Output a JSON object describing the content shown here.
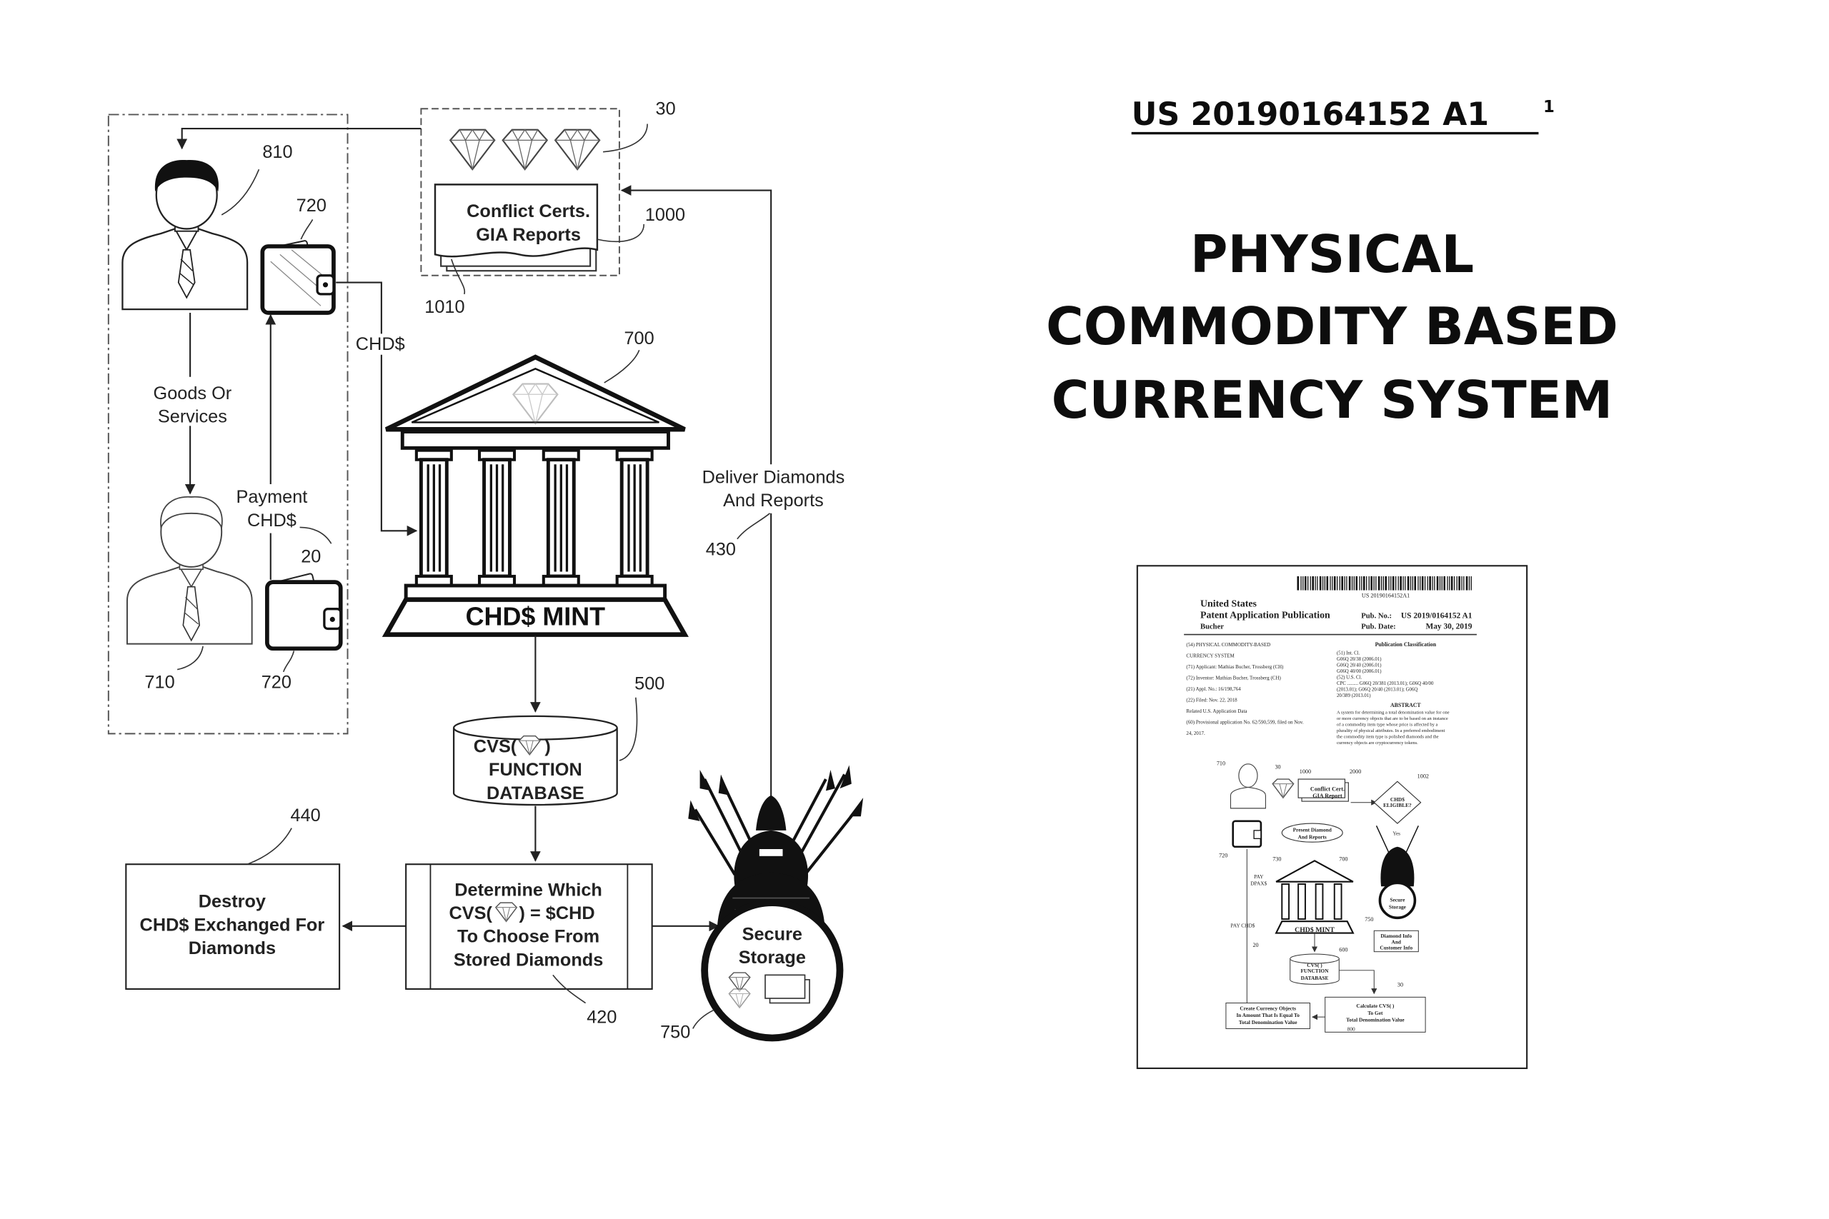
{
  "patent": {
    "number": "US 20190164152 A1",
    "footnote": "1"
  },
  "title": {
    "line1": "PHYSICAL",
    "line2": "COMMODITY BASED",
    "line3": "CURRENCY SYSTEM"
  },
  "diagram": {
    "ref_30": "30",
    "ref_810": "810",
    "ref_720_top": "720",
    "ref_1000": "1000",
    "ref_1010": "1010",
    "certs_line1": "Conflict Certs.",
    "certs_line2": "GIA Reports",
    "chd_label": "CHD$",
    "ref_700": "700",
    "goods_line1": "Goods Or",
    "goods_line2": "Services",
    "payment_line1": "Payment",
    "payment_line2": "CHD$",
    "ref_20": "20",
    "ref_710": "710",
    "ref_720_bottom": "720",
    "mint_label": "CHD$ MINT",
    "deliver_line1": "Deliver Diamonds",
    "deliver_line2": "And Reports",
    "ref_430": "430",
    "ref_500": "500",
    "db_line1_prefix": "CVS(",
    "db_line1_suffix": ")",
    "db_line2": "FUNCTION",
    "db_line3": "DATABASE",
    "ref_440": "440",
    "destroy_line1": "Destroy",
    "destroy_line2": "CHD$ Exchanged For",
    "destroy_line3": "Diamonds",
    "determine_line1": "Determine Which",
    "determine_line2_prefix": "CVS(",
    "determine_line2_suffix": ") = $CHD",
    "determine_line3": "To Choose From",
    "determine_line4": "Stored Diamonds",
    "ref_420": "420",
    "secure_line1": "Secure",
    "secure_line2": "Storage",
    "ref_750": "750"
  },
  "patent_page": {
    "barcode_number": "US 20190164152A1",
    "country": "United States",
    "pub_type": "Patent Application Publication",
    "inventor_short": "Bucher",
    "pub_no_label": "Pub. No.:",
    "pub_no": "US 2019/0164152 A1",
    "pub_date_label": "Pub. Date:",
    "pub_date": "May 30, 2019",
    "left_fields": [
      "(54)  PHYSICAL COMMODITY-BASED",
      "CURRENCY SYSTEM",
      "(71)  Applicant: Mathias Bucher, Trossberg (CH)",
      "(72)  Inventor:  Mathias Bucher, Trossberg (CH)",
      "(21)  Appl. No.: 16/198,764",
      "(22)  Filed:      Nov. 22, 2018",
      "Related U.S. Application Data",
      "(60)  Provisional application No. 62/590,599, filed on Nov.",
      "24, 2017."
    ],
    "classification_heading": "Publication Classification",
    "right_fields": [
      "(51)  Int. Cl.",
      "G06Q 20/38        (2006.01)",
      "G06Q 20/40        (2006.01)",
      "G06Q 40/00        (2006.01)",
      "(52)  U.S. Cl.",
      "CPC ......... G06Q 20/381 (2013.01); G06Q 40/00",
      "(2013.01); G06Q 20/40 (2013.01); G06Q",
      "20/389 (2013.01)"
    ],
    "abstract_heading": "ABSTRACT",
    "abstract_lines": [
      "A system for determining a total denomination value for one",
      "or more currency objects that are to be based on an instance",
      "of a commodity item type whose price is affected by a",
      "plurality of physical attributes. In a preferred embodiment",
      "the commodity item type is polished diamonds and the",
      "currency objects are cryptocurrency tokens."
    ],
    "fig": {
      "r710": "710",
      "r30": "30",
      "r1000": "1000",
      "r2000": "2000",
      "r1002": "1002",
      "certs1": "Conflict Cert.",
      "certs2": "GIA Report",
      "eligible1": "CHD$",
      "eligible2": "ELIGIBLE?",
      "present1": "Present Diamond",
      "present2": "And Reports",
      "yes": "Yes",
      "r720a": "720",
      "r730": "730",
      "r700": "700",
      "pay1": "PAY",
      "pay2": "DPAX$",
      "mint": "CHD$ MINT",
      "secure1": "Secure",
      "secure2": "Storage",
      "r750": "750",
      "paychd": "PAY CHD$",
      "r20": "20",
      "diamond1": "Diamond Info",
      "diamond2": "And",
      "diamond3": "Customer Info",
      "r600": "600",
      "db1": "CVS(      )",
      "db2": "FUNCTION",
      "db3": "DATABASE",
      "r30b": "30",
      "create1": "Create Currency Objects",
      "create2": "In Amount That Is Equal To",
      "create3": "Total Denomination Value",
      "calc1": "Calculate CVS(      )",
      "calc2": "To Get",
      "calc3": "Total Denomination Value",
      "r800": "800"
    }
  }
}
